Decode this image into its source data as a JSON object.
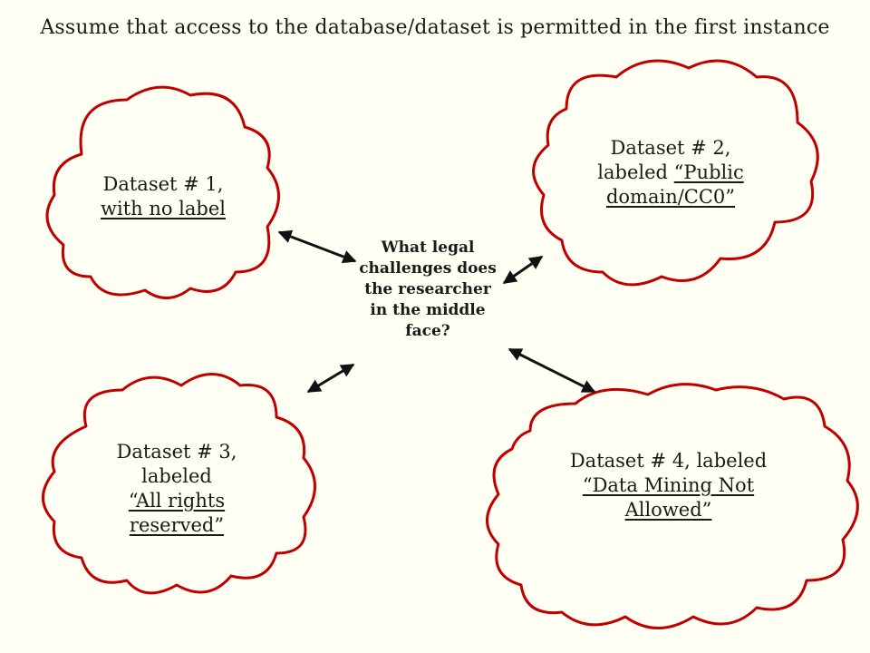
{
  "title": "Assume that access to the database/dataset is permitted in the first instance",
  "question": "What legal challenges does the researcher in the middle face?",
  "datasets": [
    {
      "line1": "Dataset # 1,",
      "line2": "with no label",
      "line3": ""
    },
    {
      "line1": "Dataset # 2,",
      "line2": "labeled “Public",
      "line3": "domain/CC0”"
    },
    {
      "line1": "Dataset # 3,",
      "line2": "labeled",
      "line3": "“All rights",
      "line4": "reserved”"
    },
    {
      "line1": "Dataset # 4, labeled",
      "line2": "“Data Mining Not",
      "line3": "Allowed”"
    }
  ],
  "colors": {
    "cloud_stroke": "#c00000",
    "background": "#fffff3",
    "arrow": "#111111"
  }
}
